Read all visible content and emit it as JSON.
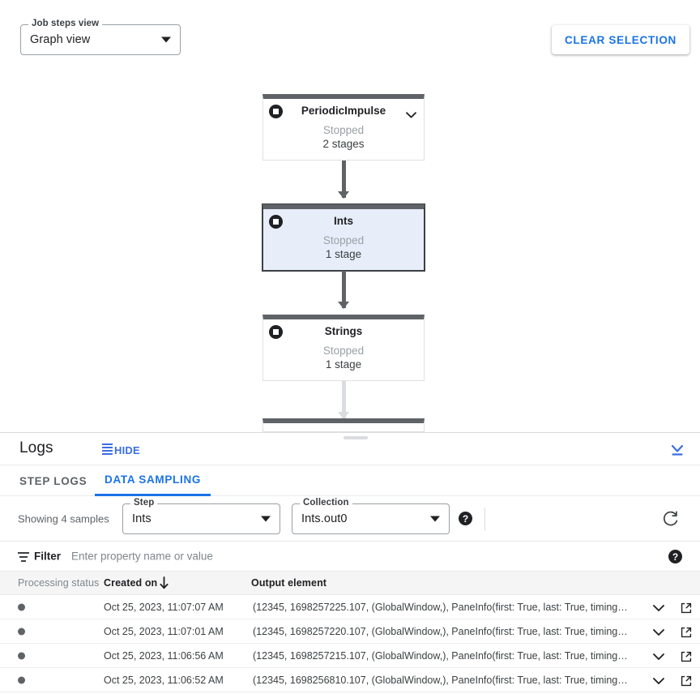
{
  "toolbar": {
    "job_steps_view": {
      "legend": "Job steps view",
      "value": "Graph view"
    },
    "clear_selection_label": "CLEAR SELECTION"
  },
  "graph": {
    "nodes": [
      {
        "title": "PeriodicImpulse",
        "status": "Stopped",
        "stages": "2 stages",
        "selected": false,
        "has_chevron": true
      },
      {
        "title": "Ints",
        "status": "Stopped",
        "stages": "1 stage",
        "selected": true,
        "has_chevron": false
      },
      {
        "title": "Strings",
        "status": "Stopped",
        "stages": "1 stage",
        "selected": false,
        "has_chevron": false
      }
    ]
  },
  "logs": {
    "title": "Logs",
    "hide_label": "HIDE",
    "tabs": [
      {
        "label": "STEP LOGS",
        "active": false
      },
      {
        "label": "DATA SAMPLING",
        "active": true
      }
    ],
    "sampling": {
      "showing": "Showing 4 samples",
      "step": {
        "legend": "Step",
        "value": "Ints"
      },
      "collection": {
        "legend": "Collection",
        "value": "Ints.out0"
      },
      "help_glyph": "?"
    },
    "filter": {
      "label": "Filter",
      "placeholder": "Enter property name or value",
      "value": "",
      "help_glyph": "?"
    },
    "table": {
      "columns": [
        "Processing status",
        "Created on",
        "Output element"
      ],
      "sorted_column": "Created on",
      "sort_direction": "desc",
      "rows": [
        {
          "status": "dot",
          "created_on": "Oct 25, 2023, 11:07:07 AM",
          "output_element": "(12345, 1698257225.107, (GlobalWindow,), PaneInfo(first: True, last: True, timing…"
        },
        {
          "status": "dot",
          "created_on": "Oct 25, 2023, 11:07:01 AM",
          "output_element": "(12345, 1698257220.107, (GlobalWindow,), PaneInfo(first: True, last: True, timing…"
        },
        {
          "status": "dot",
          "created_on": "Oct 25, 2023, 11:06:56 AM",
          "output_element": "(12345, 1698257215.107, (GlobalWindow,), PaneInfo(first: True, last: True, timing…"
        },
        {
          "status": "dot",
          "created_on": "Oct 25, 2023, 11:06:52 AM",
          "output_element": "(12345, 1698256810.107, (GlobalWindow,), PaneInfo(first: True, last: True, timing…"
        }
      ]
    }
  },
  "colors": {
    "accent_blue": "#1a73e8",
    "node_bar": "#5f6368",
    "node_selected_bg": "#e8eef9",
    "header_bg": "#f5f5f5"
  }
}
